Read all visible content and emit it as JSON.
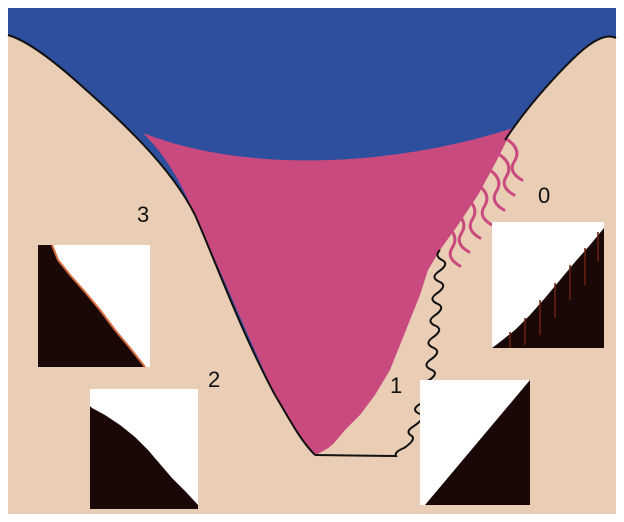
{
  "figure": {
    "colors": {
      "background": "#e9cdb5",
      "water": "#2e4f9e",
      "wedge": "#c94a7e",
      "fibers": "#c94a7e",
      "outline": "#111111",
      "inset_dark": "#1a0806",
      "inset_light": "#ffffff"
    },
    "labels": {
      "stage_0": "0",
      "stage_1": "1",
      "stage_2": "2",
      "stage_3": "3"
    }
  }
}
